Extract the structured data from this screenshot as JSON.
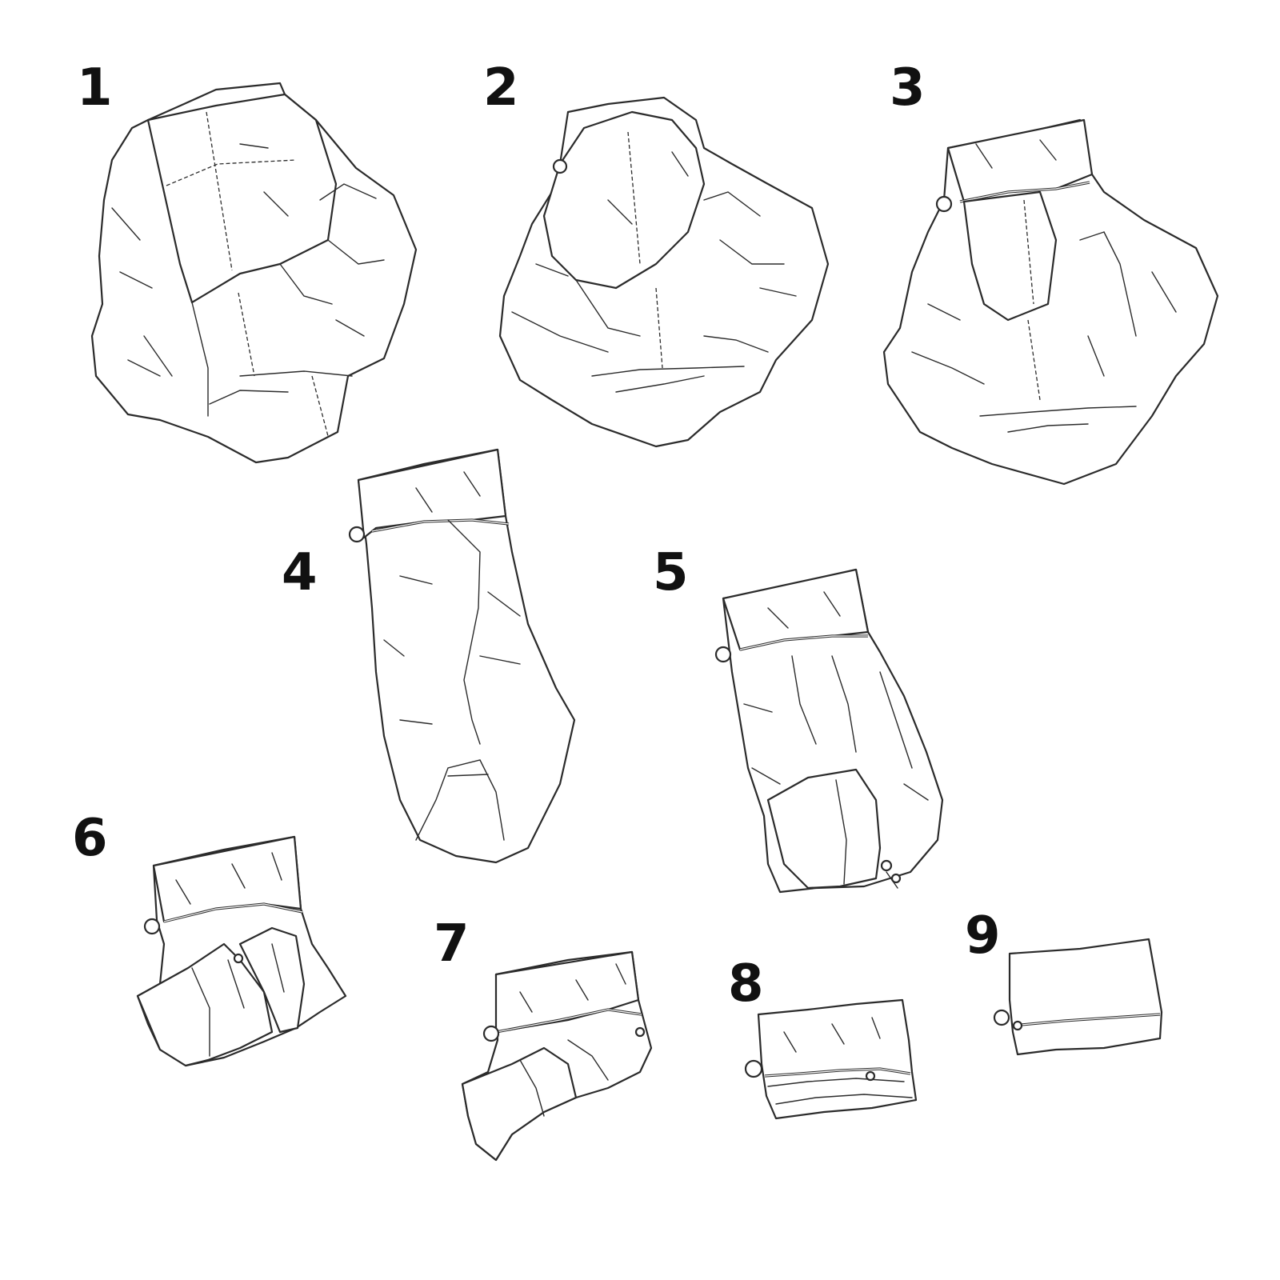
{
  "steps": [
    {
      "number": "1"
    },
    {
      "number": "2"
    },
    {
      "number": "3"
    },
    {
      "number": "4"
    },
    {
      "number": "5"
    },
    {
      "number": "6"
    },
    {
      "number": "7"
    },
    {
      "number": "8"
    },
    {
      "number": "9"
    }
  ],
  "style": {
    "line_color": "#2b2b2b",
    "background": "#ffffff",
    "number_color": "#111111"
  }
}
